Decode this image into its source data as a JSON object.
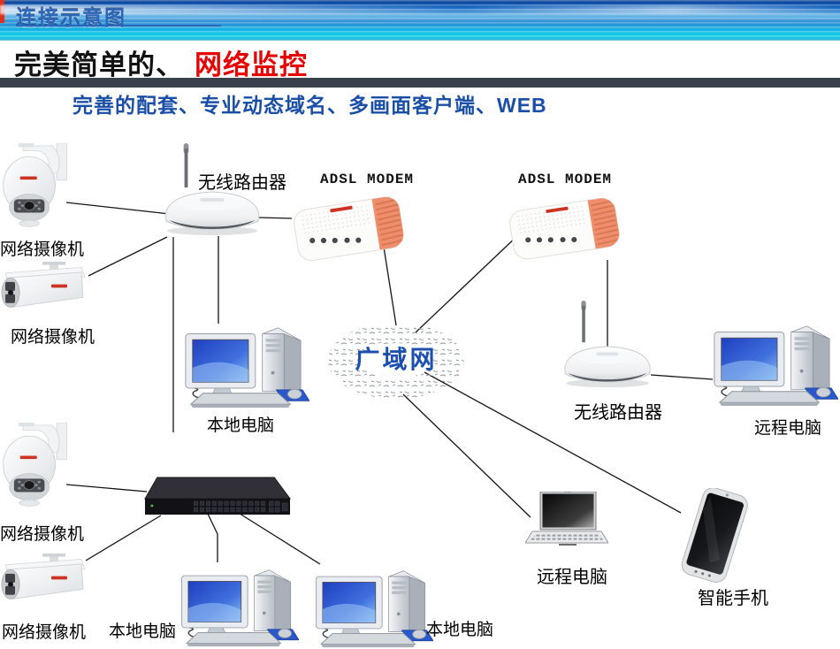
{
  "banner": {
    "title": "连接示意图"
  },
  "heading": {
    "part_black": "完美简单的、",
    "part_red": "网络监控"
  },
  "subtitle": {
    "text": "完善的配套、专业动态域名、多画面客户端、WEB"
  },
  "diagram": {
    "cloud_label": "广域网",
    "labels": {
      "camera_dome_1": "网络摄像机",
      "camera_bullet_1": "网络摄像机",
      "camera_dome_2": "网络摄像机",
      "camera_bullet_2": "网络摄像机",
      "router_1": "无线路由器",
      "router_2": "无线路由器",
      "modem_1": "ADSL MODEM",
      "modem_2": "ADSL MODEM",
      "local_pc_1": "本地电脑",
      "local_pc_2": "本地电脑",
      "local_pc_3": "本地电脑",
      "remote_pc_desktop": "远程电脑",
      "remote_pc_laptop": "远程电脑",
      "smartphone": "智能手机"
    }
  },
  "colors": {
    "title_red": "#e60000",
    "subtitle_blue": "#1b4fa6",
    "banner_text_blue": "#2c66b8",
    "cloud_text_blue": "#1d4fae",
    "dark_bar": "#39424c",
    "modem_orange": "#ee8e6c",
    "mousepad_blue": "#2a58cc",
    "line_black": "#141414"
  }
}
